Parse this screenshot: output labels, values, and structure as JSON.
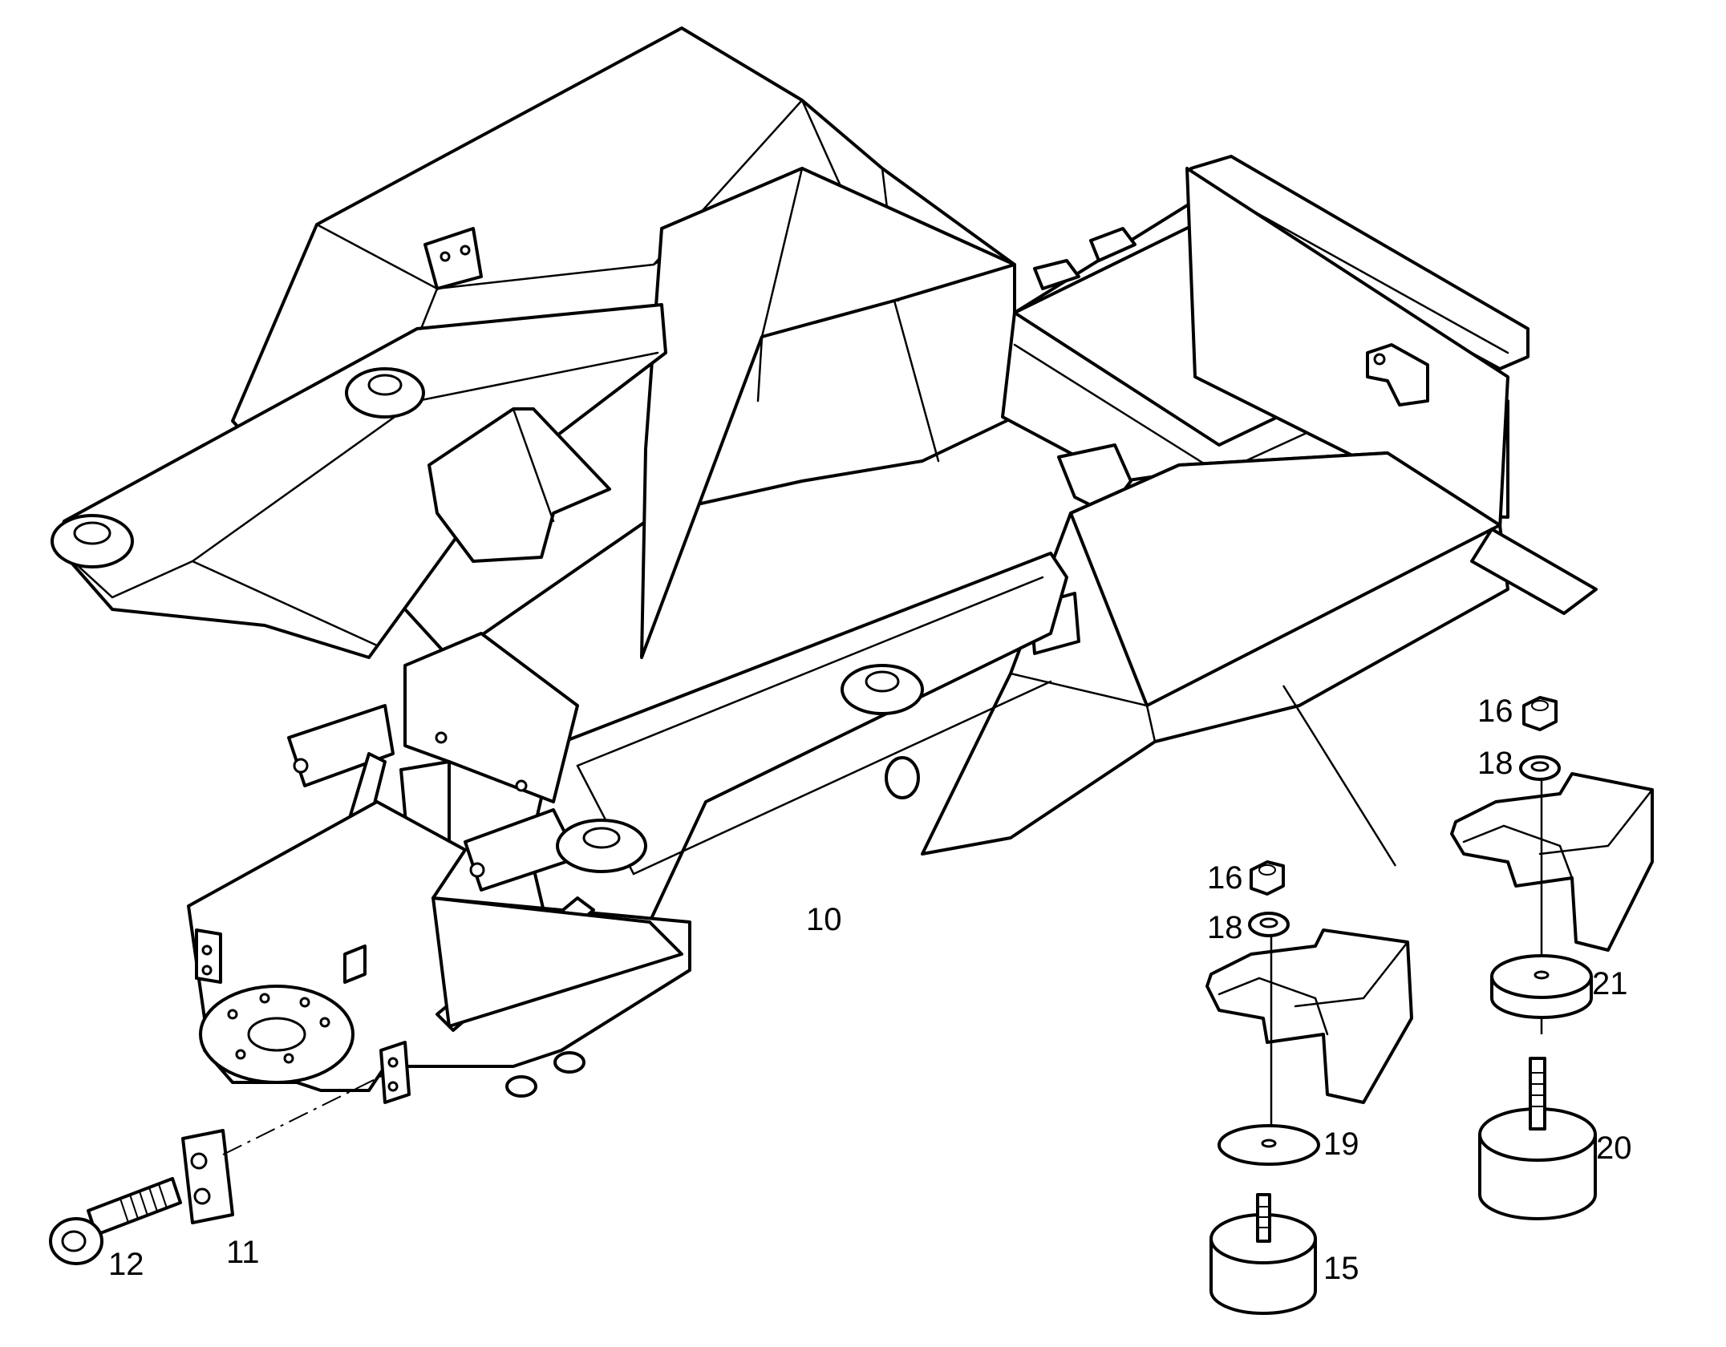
{
  "callouts": {
    "c10": "10",
    "c11": "11",
    "c12": "12",
    "c15": "15",
    "c16a": "16",
    "c18a": "18",
    "c19": "19",
    "c16b": "16",
    "c18b": "18",
    "c21": "21",
    "c20": "20"
  },
  "colors": {
    "line": "#000000",
    "background": "#ffffff"
  }
}
